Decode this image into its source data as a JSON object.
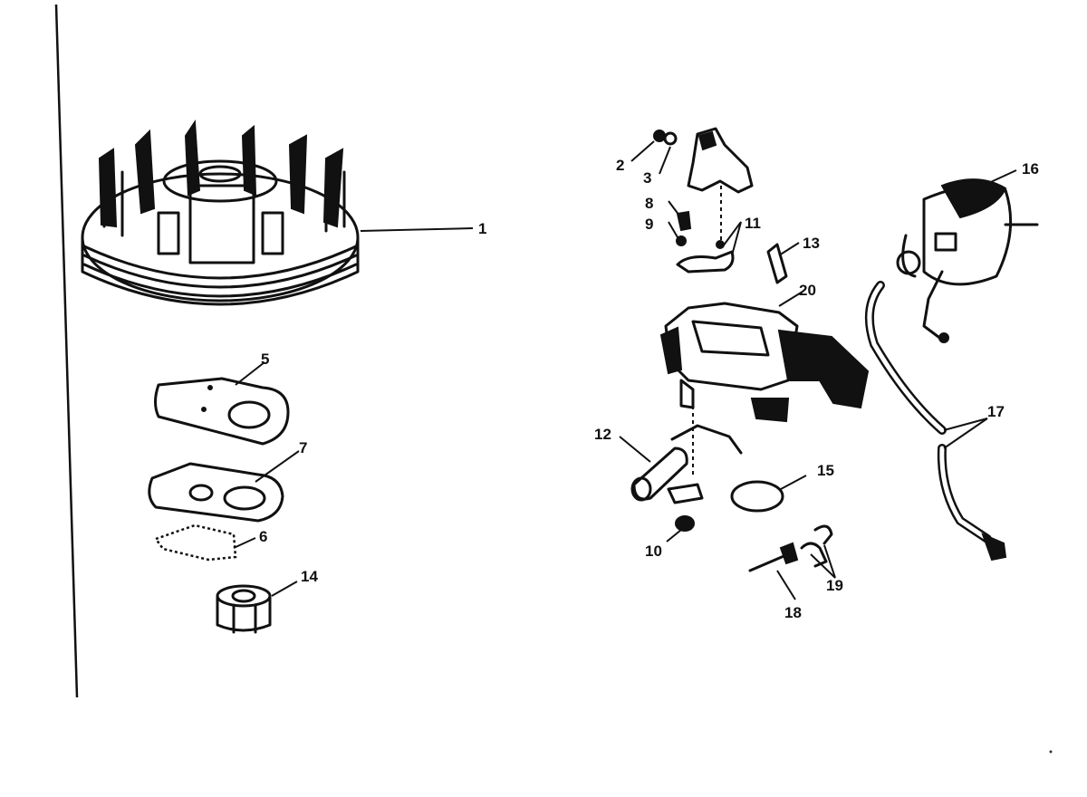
{
  "callouts": [
    {
      "id": "c1",
      "text": "1"
    },
    {
      "id": "c2",
      "text": "2"
    },
    {
      "id": "c3",
      "text": "3"
    },
    {
      "id": "c5",
      "text": "5"
    },
    {
      "id": "c6",
      "text": "6"
    },
    {
      "id": "c7",
      "text": "7"
    },
    {
      "id": "c8",
      "text": "8"
    },
    {
      "id": "c9",
      "text": "9"
    },
    {
      "id": "c10",
      "text": "10"
    },
    {
      "id": "c11",
      "text": "11"
    },
    {
      "id": "c12",
      "text": "12"
    },
    {
      "id": "c13",
      "text": "13"
    },
    {
      "id": "c14",
      "text": "14"
    },
    {
      "id": "c15",
      "text": "15"
    },
    {
      "id": "c16",
      "text": "16"
    },
    {
      "id": "c17",
      "text": "17"
    },
    {
      "id": "c18",
      "text": "18"
    },
    {
      "id": "c19",
      "text": "19"
    },
    {
      "id": "c20",
      "text": "20"
    }
  ],
  "colors": {
    "ink": "#111111",
    "paper": "#ffffff"
  }
}
